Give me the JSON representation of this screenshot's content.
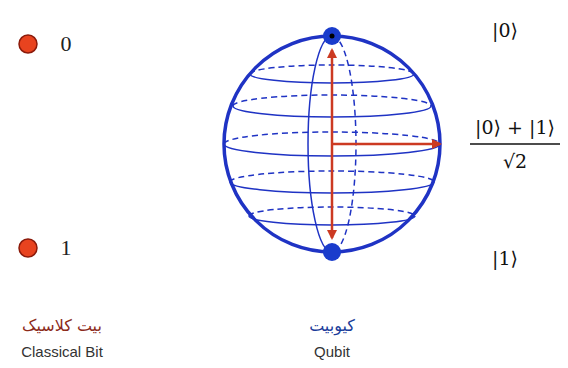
{
  "diagram": {
    "labels": [
      "0",
      "1",
      "|0⟩",
      "|1⟩",
      "|0⟩ + |1⟩",
      "√2",
      "بیت کلاسیک",
      "Classical Bit",
      "کیوبیت",
      "Qubit"
    ]
  }
}
